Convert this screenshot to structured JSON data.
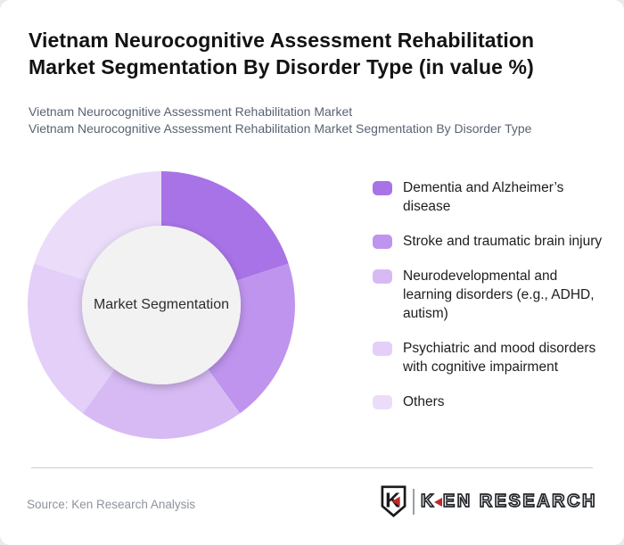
{
  "page": {
    "background": "#ebebeb",
    "card_background": "#ffffff"
  },
  "header": {
    "title": "Vietnam Neurocognitive Assessment Rehabilitation Market Segmentation By Disorder Type (in value %)",
    "subtitle_line1": "Vietnam Neurocognitive Assessment Rehabilitation Market",
    "subtitle_line2": "Vietnam Neurocognitive Assessment Rehabilitation Market Segmentation By Disorder Type"
  },
  "chart_data": {
    "type": "pie",
    "subtype": "donut",
    "title": "Vietnam Neurocognitive Assessment Rehabilitation Market Segmentation By Disorder Type (in value %)",
    "center_label": "Market Segmentation",
    "unit": "value %",
    "start_angle_deg": 0,
    "direction": "clockwise",
    "legend_position": "right",
    "categories": [
      "Dementia and Alzheimer’s disease",
      "Stroke and traumatic brain injury",
      "Neurodevelopmental and learning disorders (e.g., ADHD, autism)",
      "Psychiatric and mood disorders with cognitive impairment",
      "Others"
    ],
    "values": [
      20,
      20,
      20,
      20,
      20
    ],
    "colors": [
      "#a873e7",
      "#bf94ee",
      "#d7baf4",
      "#e3cff8",
      "#ebddfa"
    ],
    "outer_radius_px": 150,
    "inner_radius_px": 89,
    "center_fill": "#f2f2f2"
  },
  "footer": {
    "source": "Source: Ken Research Analysis",
    "logo": {
      "shield_letter": "K",
      "text_k": "K",
      "text_rest": "EN RESEARCH",
      "accent_color": "#c1272d"
    }
  }
}
